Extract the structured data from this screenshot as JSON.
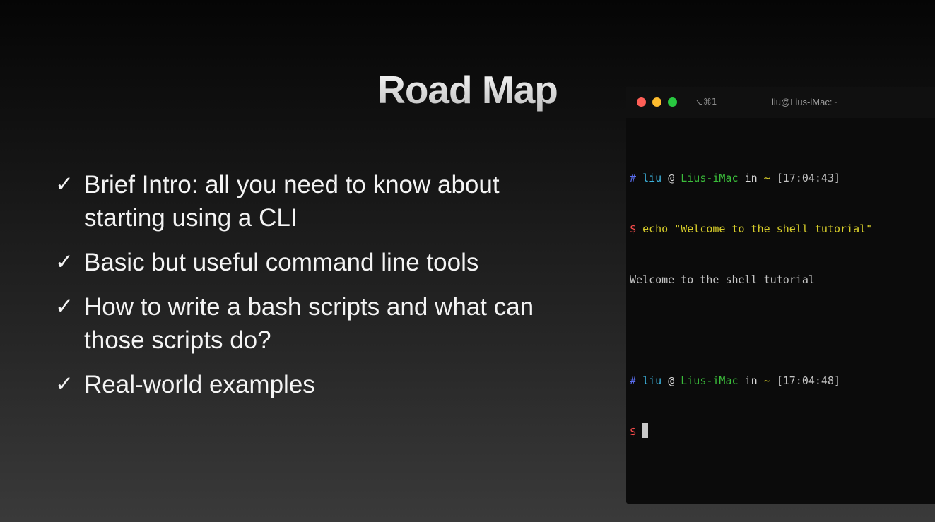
{
  "slide": {
    "title": "Road Map",
    "bullet_icon": "✓",
    "bullets": [
      {
        "line1": "Brief Intro: all you need to know about",
        "line2": "starting using a CLI"
      },
      {
        "line1": "Basic but useful command line tools",
        "line2": ""
      },
      {
        "line1": "How to write a bash scripts and what can",
        "line2": "those scripts do?"
      },
      {
        "line1": "Real-world examples",
        "line2": ""
      }
    ]
  },
  "terminal": {
    "shortcut": "⌥⌘1",
    "window_title": "liu@Lius-iMac:~",
    "prompt_1": {
      "hash": "#",
      "user": "liu",
      "at": "@",
      "host": "Lius-iMac",
      "in_word": "in",
      "dir": "~",
      "time": "[17:04:43]"
    },
    "command": {
      "dollar": "$",
      "text": "echo \"Welcome to the shell tutorial\""
    },
    "output": "Welcome to the shell tutorial",
    "prompt_2": {
      "hash": "#",
      "user": "liu",
      "at": "@",
      "host": "Lius-iMac",
      "in_word": "in",
      "dir": "~",
      "time": "[17:04:48]"
    },
    "prompt_2_dollar": "$",
    "colors": {
      "hash": "#5a6df0",
      "user": "#3cb3de",
      "host": "#3bbd3b",
      "dollar": "#ff4d4d",
      "command": "#d6cc2a",
      "close": "#ff5f57",
      "minimize": "#febc2e",
      "zoom": "#28c840"
    }
  }
}
